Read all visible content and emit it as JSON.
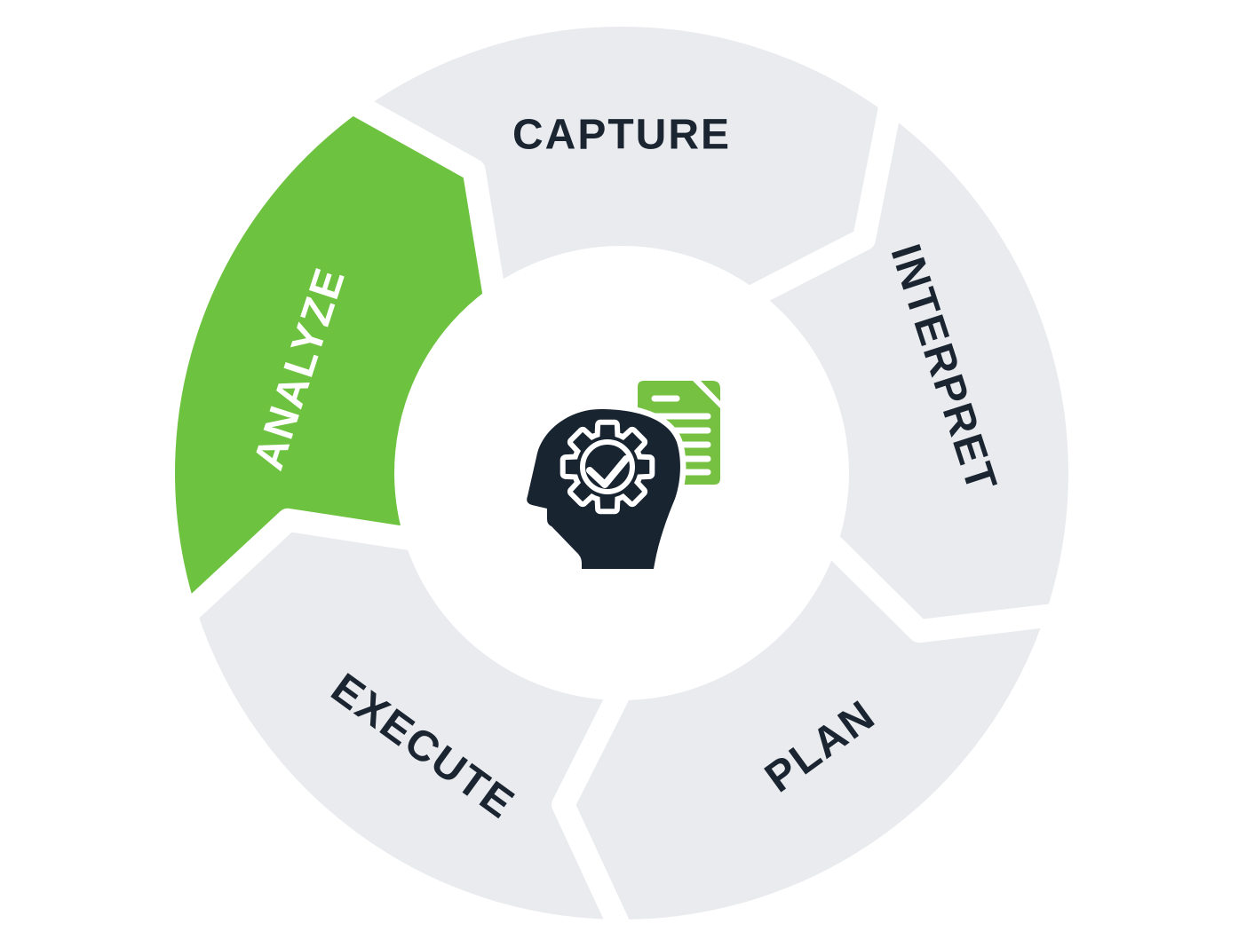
{
  "diagram": {
    "type": "cycle",
    "direction": "clockwise",
    "segments": [
      {
        "id": "capture",
        "label": "CAPTURE",
        "angle_deg": 0,
        "fill": "#e9ebee",
        "label_color": "#1b2531",
        "highlighted": false
      },
      {
        "id": "interpret",
        "label": "INTERPRET",
        "angle_deg": 72,
        "fill": "#e9ebee",
        "label_color": "#1b2531",
        "highlighted": false
      },
      {
        "id": "plan",
        "label": "PLAN",
        "angle_deg": 144,
        "fill": "#e9ebee",
        "label_color": "#1b2531",
        "highlighted": false
      },
      {
        "id": "execute",
        "label": "EXECUTE",
        "angle_deg": 216,
        "fill": "#e9ebee",
        "label_color": "#1b2531",
        "highlighted": false
      },
      {
        "id": "analyze",
        "label": "ANALYZE",
        "angle_deg": 288,
        "fill": "#6dc23f",
        "label_color": "#ffffff",
        "highlighted": true
      }
    ],
    "center_icon": {
      "name": "head-with-gear-and-document-icon",
      "parts": [
        "head-profile-icon",
        "gear-icon",
        "checkmark-icon",
        "document-icon"
      ],
      "head_color": "#182430",
      "document_color": "#76c142",
      "detail_color": "#ffffff"
    },
    "colors": {
      "background": "#ffffff",
      "segment_gray": "#e9ebee",
      "highlight_green": "#6dc23f",
      "label_dark": "#1b2531",
      "label_light": "#ffffff",
      "gap_white": "#ffffff"
    }
  }
}
